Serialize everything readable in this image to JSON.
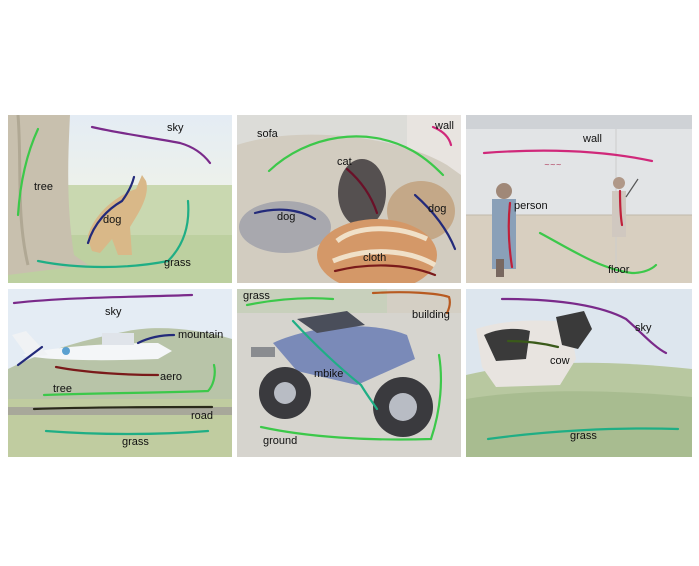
{
  "colors": {
    "green": "#3cc84a",
    "purple": "#7a2a8a",
    "teal": "#1fae85",
    "navy": "#232a7a",
    "magenta": "#d0287a",
    "crimson": "#c0203a",
    "dark_red": "#6a1028",
    "maroon": "#7a1a1a",
    "olive": "#3a5a1a",
    "orange_brown": "#b85a20",
    "dark": "#2a2a1a"
  },
  "panels": [
    {
      "id": "dog-tree",
      "labels": {
        "sky": "sky",
        "tree": "tree",
        "dog": "dog",
        "grass": "grass"
      }
    },
    {
      "id": "cats-sofa",
      "labels": {
        "sofa": "sofa",
        "wall": "wall",
        "cat": "cat",
        "dog1": "dog",
        "dog2": "dog",
        "cloth": "cloth"
      }
    },
    {
      "id": "squash-room",
      "labels": {
        "wall": "wall",
        "person": "person",
        "floor": "floor"
      }
    },
    {
      "id": "airplane",
      "labels": {
        "sky": "sky",
        "mountain": "mountain",
        "aero": "aero",
        "tree": "tree",
        "road": "road",
        "grass": "grass"
      }
    },
    {
      "id": "motorbike",
      "labels": {
        "grass": "grass",
        "building": "building",
        "mbike": "mbike",
        "ground": "ground"
      }
    },
    {
      "id": "cow-field",
      "labels": {
        "sky": "sky",
        "cow": "cow",
        "grass": "grass"
      }
    }
  ]
}
